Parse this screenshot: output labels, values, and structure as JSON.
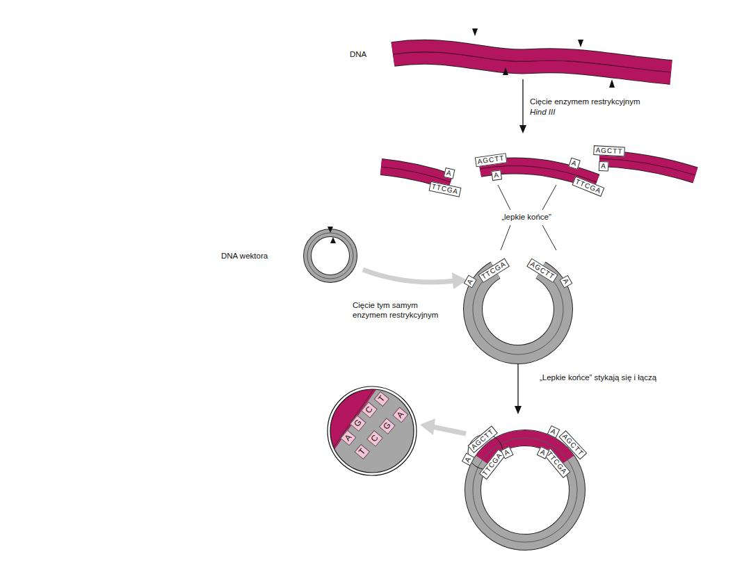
{
  "diagram": {
    "labels": [
      "DNA",
      "Cięcie enzymem restrykcyjnym",
      "Hind III",
      "A",
      "TTCGA",
      "AGCTT",
      "A",
      "A",
      "TTCGA",
      "AGCTT",
      "A",
      "„lepkie końce”",
      "DNA wektora",
      "Cięcie tym samym enzymem restrykcyjnym",
      "A",
      "TTCGA",
      "AGCTT",
      "A",
      "„Lepkie końce” stykają się i łączą",
      "A",
      "AGCTT",
      "TTCGA",
      "A",
      "A",
      "AGCTT",
      "TTCGA",
      "A",
      "A",
      "G",
      "C",
      "T",
      "T",
      "C",
      "G",
      "A"
    ]
  }
}
